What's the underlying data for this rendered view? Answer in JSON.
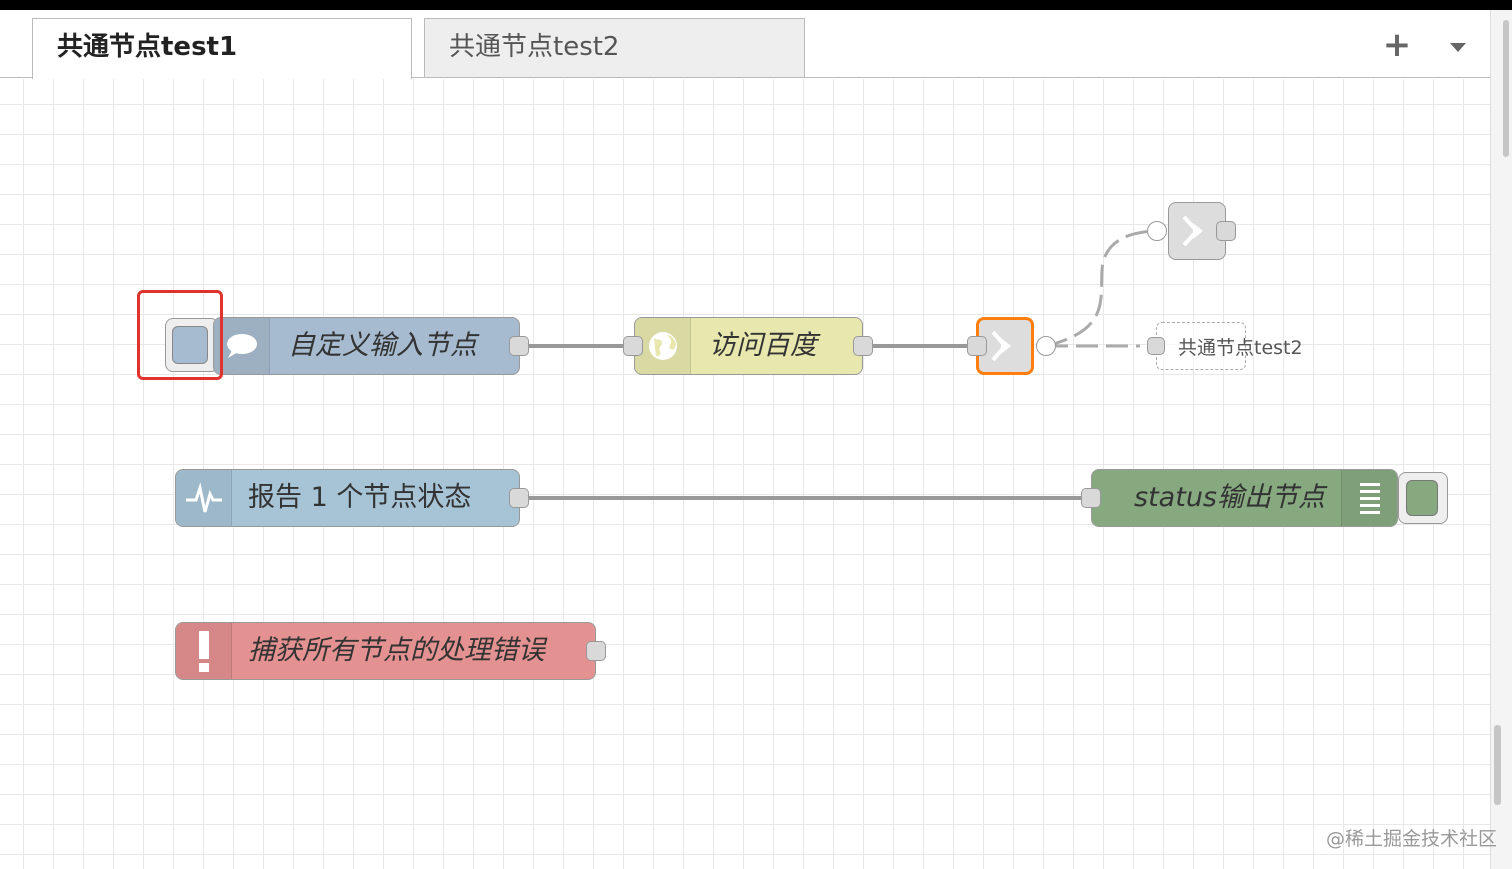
{
  "tabs": [
    {
      "label": "共通节点test1",
      "active": true
    },
    {
      "label": "共通节点test2",
      "active": false
    }
  ],
  "tab_actions": {
    "add_icon": "plus-icon",
    "menu_icon": "caret-down-icon"
  },
  "nodes": {
    "inject": {
      "label": "自定义输入节点",
      "color": "#a6bbcf",
      "icon": "comment-icon"
    },
    "http": {
      "label": "访问百度",
      "color": "#e7e7ae",
      "icon": "globe-icon"
    },
    "link_out": {
      "icon": "link-arrow-icon",
      "selected_color": "#ff7f0e"
    },
    "link_in_top": {
      "icon": "link-arrow-icon"
    },
    "link_ghost": {
      "label": "共通节点test2"
    },
    "status": {
      "label": "报告 1 个节点状态",
      "color": "#a6c4d6",
      "icon": "pulse-icon"
    },
    "debug": {
      "label": "status输出节点",
      "color": "#87a980",
      "icon": "list-icon"
    },
    "catch": {
      "label": "捕获所有节点的处理错误",
      "color": "#e49191",
      "icon": "exclamation-icon"
    }
  },
  "watermark": "@稀土掘金技术社区"
}
